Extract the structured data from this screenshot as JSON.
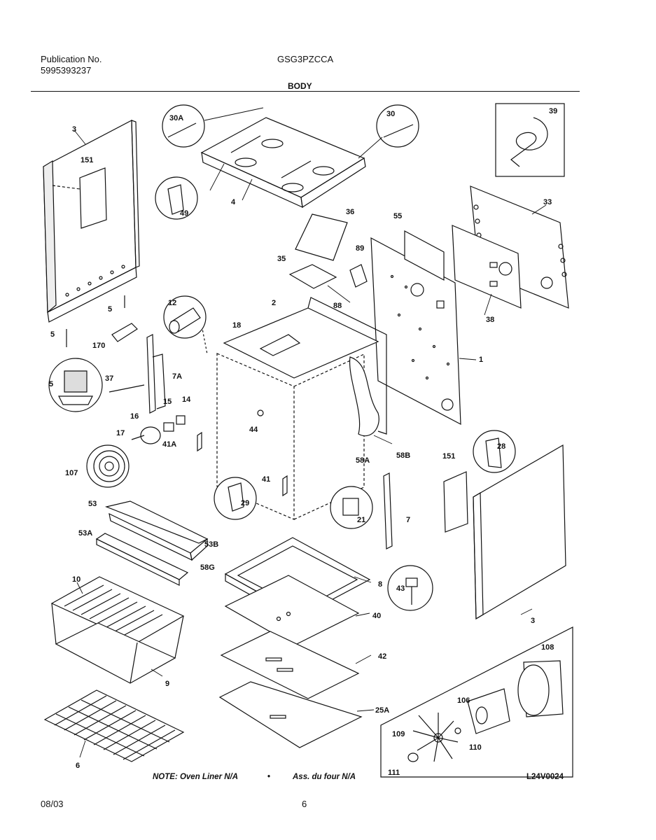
{
  "header": {
    "publication_label": "Publication No.",
    "publication_number": "5995393237",
    "model": "GSG3PZCCA",
    "section_title": "BODY"
  },
  "diagram": {
    "part_labels": [
      "3",
      "151",
      "30A",
      "4",
      "49",
      "30",
      "39",
      "33",
      "36",
      "55",
      "35",
      "89",
      "88",
      "38",
      "1",
      "2",
      "18",
      "12",
      "5",
      "5",
      "170",
      "5",
      "37",
      "7A",
      "15",
      "14",
      "16",
      "17",
      "44",
      "41A",
      "58A",
      "58B",
      "107",
      "41",
      "29",
      "21",
      "151",
      "28",
      "53",
      "53A",
      "53B",
      "58G",
      "7",
      "10",
      "8",
      "43",
      "40",
      "9",
      "42",
      "3",
      "108",
      "25A",
      "106",
      "109",
      "110",
      "6",
      "111"
    ],
    "note": "NOTE: Oven Liner N/A",
    "bullet": "•",
    "note_fr": "Ass. du four N/A",
    "illustration_code": "L24V0024"
  },
  "footer": {
    "date": "08/03",
    "page": "6"
  }
}
